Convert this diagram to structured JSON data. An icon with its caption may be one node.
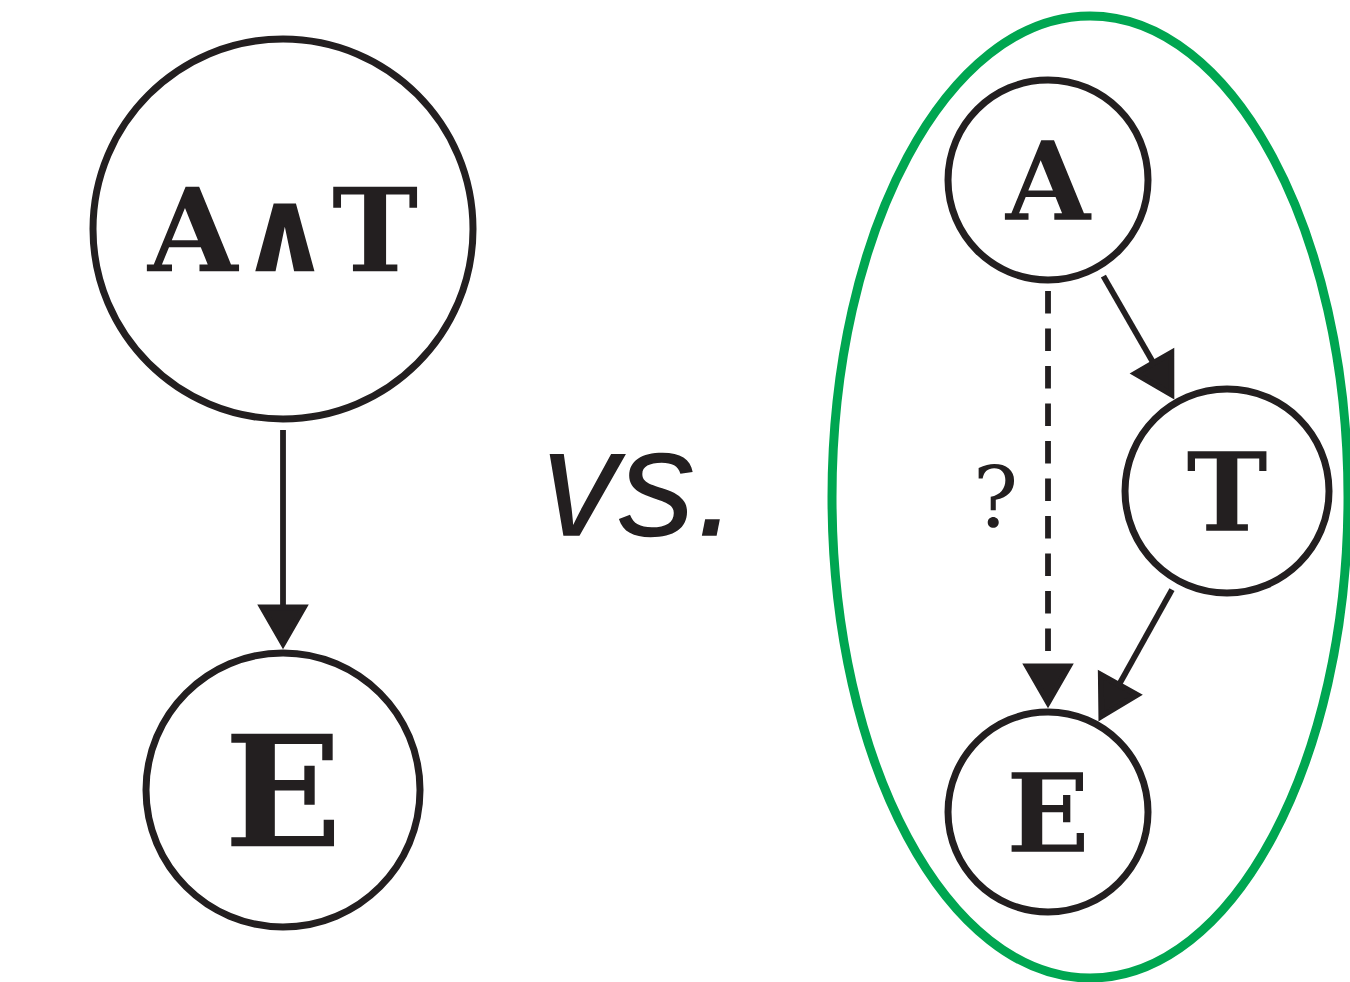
{
  "diagram": {
    "nodes": [
      {
        "text": [
          "A∧T"
        ]
      },
      {
        "text": [
          "E"
        ]
      },
      {
        "text": [],
        "shape": "ellipse"
      },
      {
        "text": [
          "A"
        ],
        "in": 2
      },
      {
        "text": [
          "T"
        ],
        "in": 2
      },
      {
        "text": [
          "E"
        ],
        "in": 2
      }
    ],
    "edges": [
      {
        "from": 0,
        "to": 1,
        "arrow": "to"
      },
      {
        "from": 3,
        "to": 4,
        "arrow": "to"
      },
      {
        "from": 4,
        "to": 5,
        "arrow": "to"
      },
      {
        "from": 3,
        "to": 5,
        "arrow": "to",
        "style": "dashed",
        "label": "?"
      }
    ],
    "labels": [
      "vs."
    ]
  }
}
